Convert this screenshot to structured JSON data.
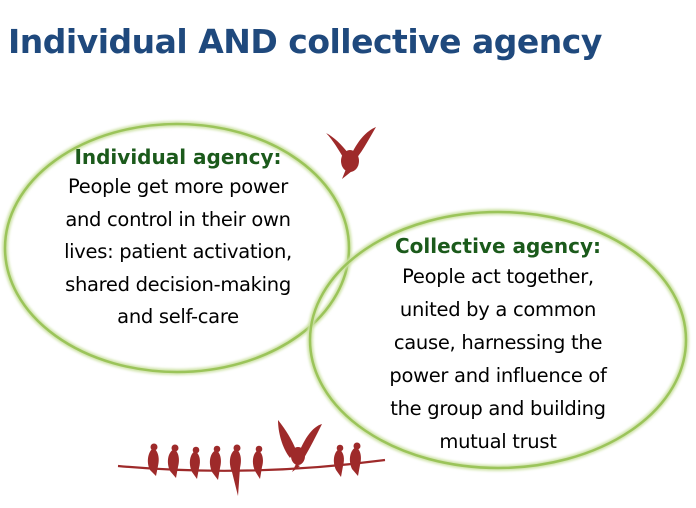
{
  "title": "Individual AND collective agency",
  "colors": {
    "title": "#1f497d",
    "heading": "#1b5a1b",
    "circle_outline": "#9bc45a",
    "bird": "#9e2a2a"
  },
  "icons": [
    "bird-flying-icon",
    "birds-on-wire-icon"
  ],
  "individual": {
    "heading": "Individual agency:",
    "body": "People get more power\nand control in their own\nlives: patient activation,\nshared decision-making\nand self-care"
  },
  "collective": {
    "heading": "Collective agency:",
    "body": "People act together,\nunited by a common\ncause, harnessing the\npower and influence of\nthe group and building\nmutual trust"
  }
}
